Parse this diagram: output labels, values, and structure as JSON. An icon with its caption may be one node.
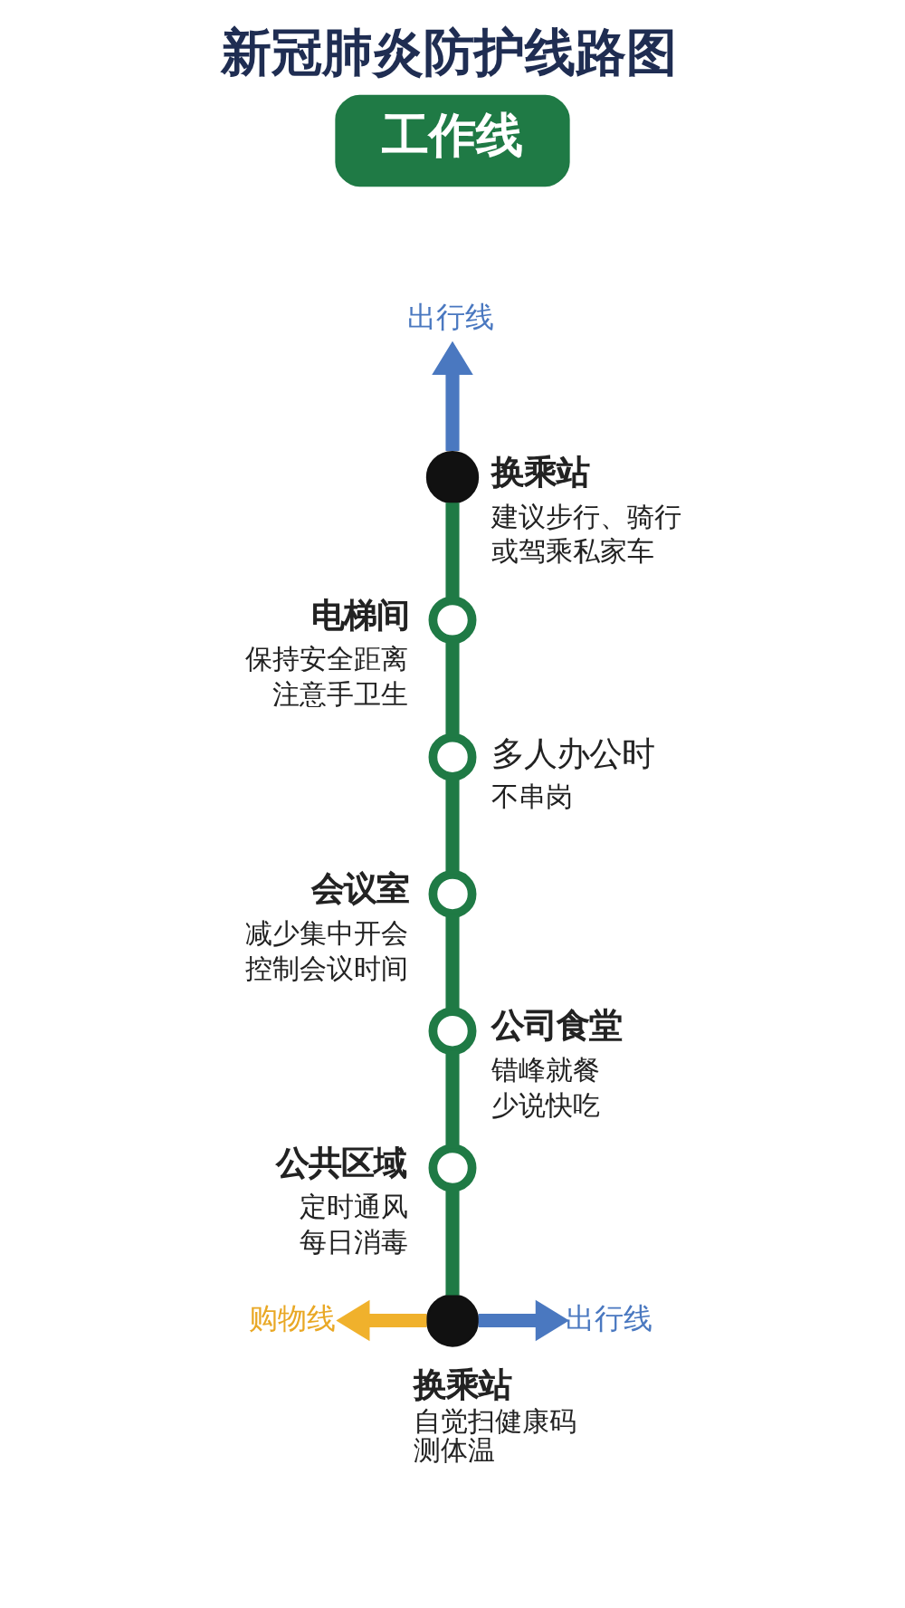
{
  "diagram": {
    "title": "新冠肺炎防护线路图",
    "nodes": [
      {
        "text": [
          "工作线"
        ]
      },
      {
        "text": [
          "出行线"
        ]
      },
      {
        "text": [
          "换乘站",
          "建议步行、骑行",
          "或驾乘私家车"
        ]
      },
      {
        "text": [
          "电梯间",
          "保持安全距离",
          "注意手卫生"
        ]
      },
      {
        "text": [
          "多人办公时",
          "不串岗"
        ]
      },
      {
        "text": [
          "会议室",
          "减少集中开会",
          "控制会议时间"
        ]
      },
      {
        "text": [
          "公司食堂",
          "错峰就餐",
          "少说快吃"
        ]
      },
      {
        "text": [
          "公共区域",
          "定时通风",
          "每日消毒"
        ]
      },
      {
        "text": [
          "购物线"
        ]
      },
      {
        "text": [
          "换乘站",
          "自觉扫健康码",
          "测体温"
        ]
      },
      {
        "text": [
          "出行线"
        ]
      }
    ],
    "edges": [
      {
        "from": 2,
        "to": 1,
        "arrow": "to",
        "color": "#4a78c0"
      },
      {
        "from": 2,
        "to": 3,
        "arrow": "none"
      },
      {
        "from": 3,
        "to": 4,
        "arrow": "none"
      },
      {
        "from": 4,
        "to": 5,
        "arrow": "none"
      },
      {
        "from": 5,
        "to": 6,
        "arrow": "none"
      },
      {
        "from": 6,
        "to": 7,
        "arrow": "none"
      },
      {
        "from": 7,
        "to": 9,
        "arrow": "none"
      },
      {
        "from": 9,
        "to": 8,
        "arrow": "to",
        "color": "#f0b12c"
      },
      {
        "from": 9,
        "to": 10,
        "arrow": "to",
        "color": "#4a78c0"
      }
    ]
  }
}
